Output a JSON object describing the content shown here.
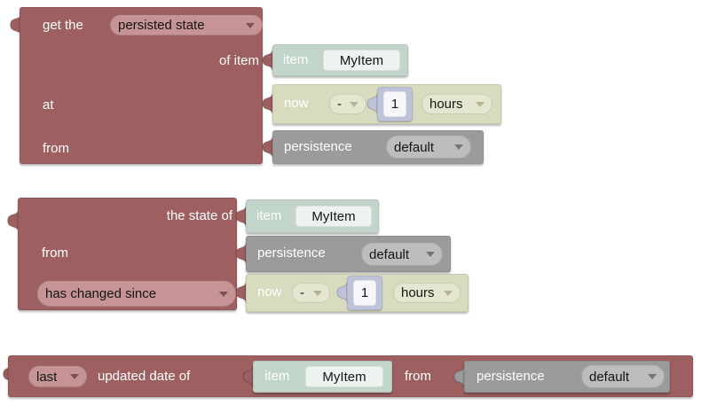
{
  "palette": {
    "block_maroon": "#9D5F5F",
    "maroon_dropdown_field": "#C69494",
    "item_block_green": "#C2D5CA",
    "item_name_field": "#EDF3EE",
    "datetime_block_khaki": "#D8DBBD",
    "datetime_dropdown_field": "#E4E6CF",
    "number_block_lavender": "#BEC3DA",
    "number_field": "#F7F7FB",
    "persistence_block_gray": "#9B9B9B",
    "persistence_dropdown_field": "#BDBDBD",
    "label_text": "#FFFFFF",
    "field_text": "#141414"
  },
  "block1": {
    "label_get_the": "get the",
    "dropdown_persisted_state": "persisted state",
    "label_of_item": "of item",
    "item": {
      "label": "item",
      "value": "MyItem"
    },
    "label_at": "at",
    "now": {
      "label": "now",
      "operator": "-",
      "value": "1",
      "unit": "hours"
    },
    "label_from": "from",
    "persistence": {
      "label": "persistence",
      "value": "default"
    }
  },
  "block2": {
    "label_the_state_of": "the state of",
    "item": {
      "label": "item",
      "value": "MyItem"
    },
    "label_from": "from",
    "persistence": {
      "label": "persistence",
      "value": "default"
    },
    "dropdown_has_changed_since": "has changed since",
    "now": {
      "label": "now",
      "operator": "-",
      "value": "1",
      "unit": "hours"
    }
  },
  "block3": {
    "dropdown_last": "last",
    "label_updated_date_of": "updated date of",
    "item": {
      "label": "item",
      "value": "MyItem"
    },
    "label_from": "from",
    "persistence": {
      "label": "persistence",
      "value": "default"
    }
  }
}
